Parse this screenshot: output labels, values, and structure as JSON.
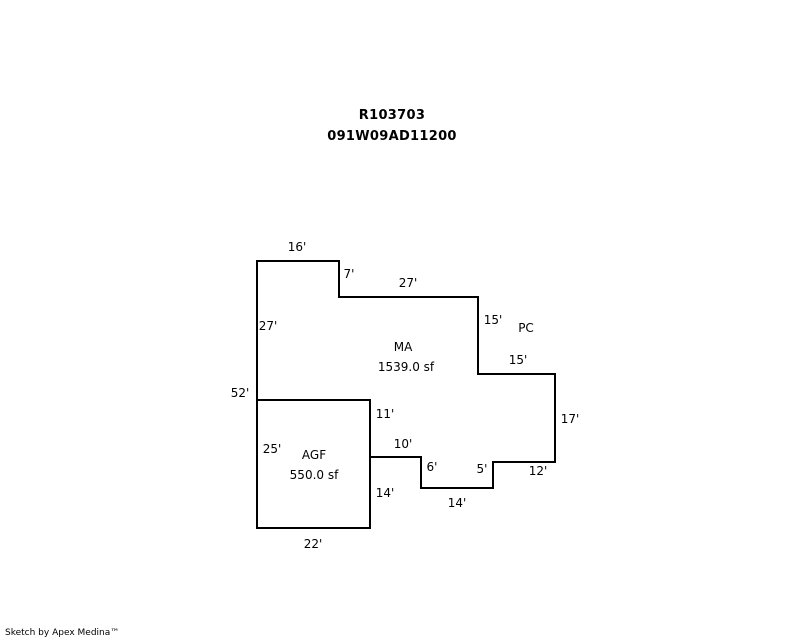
{
  "header": {
    "parcel_id": "R103703",
    "map_number": "091W09AD11200"
  },
  "areas": [
    {
      "code": "MA",
      "area": "1539.0 sf"
    },
    {
      "code": "AGF",
      "area": "550.0 sf"
    },
    {
      "code": "PC",
      "area": ""
    }
  ],
  "dimensions": {
    "top_left": "16'",
    "step_down_top": "7'",
    "top_middle": "27'",
    "right_upper": "15'",
    "right_step": "15'",
    "right_side": "17'",
    "bottom_right": "12'",
    "notch_right": "5'",
    "notch_bottom": "14'",
    "notch_left": "6'",
    "garage_top_ext": "10'",
    "garage_right_upper": "11'",
    "garage_right_lower": "14'",
    "garage_bottom": "22'",
    "garage_left": "25'",
    "left_upper": "27'",
    "left_total": "52'"
  },
  "footer": {
    "credit": "Sketch by Apex Medina™"
  }
}
